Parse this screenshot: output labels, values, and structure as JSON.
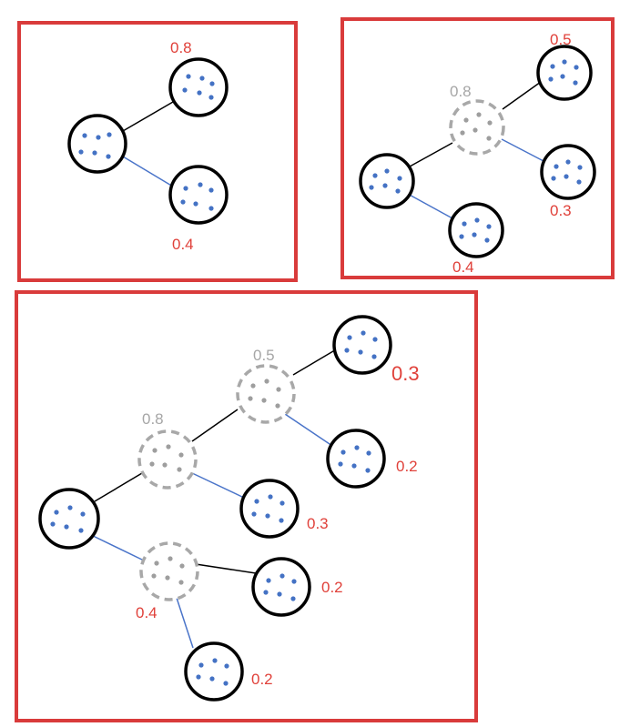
{
  "colors": {
    "frame": "#d93b3b",
    "label_active": "#e0413a",
    "label_ghost": "#a6a6a6",
    "node_stroke": "#000000",
    "ghost_stroke": "#a8a8a8",
    "dot": "#4472c4",
    "ghost_dot": "#9e9e9e",
    "edge_black": "#000000",
    "edge_blue": "#4a74c9"
  },
  "panels": [
    {
      "id": "panel-a",
      "labels": [
        "0.8",
        "0.4"
      ]
    },
    {
      "id": "panel-b",
      "labels": [
        "0.5",
        "0.8",
        "0.3",
        "0.4"
      ]
    },
    {
      "id": "panel-c",
      "labels": [
        "0.5",
        "0.3",
        "0.8",
        "0.2",
        "0.3",
        "0.2",
        "0.4",
        "0.2"
      ]
    }
  ]
}
